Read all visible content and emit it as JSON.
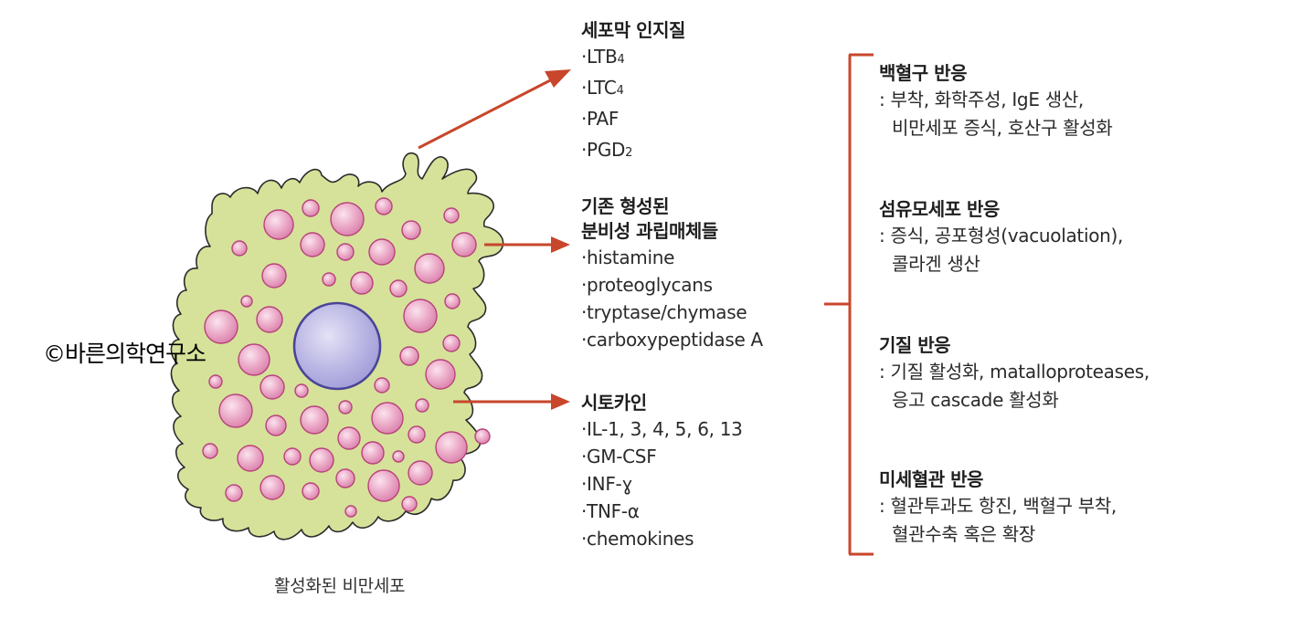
{
  "lipid": {
    "title": "세포막 인지질",
    "items": [
      {
        "main": "·LTB",
        "sub": "4"
      },
      {
        "main": "·LTC",
        "sub": "4"
      },
      {
        "main": "·PAF",
        "sub": ""
      },
      {
        "main": "·PGD",
        "sub": "2"
      }
    ]
  },
  "granule": {
    "title_line1": "기존 형성된",
    "title_line2": "분비성 과립매체들",
    "items": [
      "·histamine",
      "·proteoglycans",
      "·tryptase/chymase",
      "·carboxypeptidase A"
    ]
  },
  "cytokine": {
    "title": "시토카인",
    "items": [
      "·IL-1, 3, 4, 5, 6, 13",
      "·GM-CSF",
      "·INF-ɣ",
      "·TNF-α",
      "·chemokines"
    ]
  },
  "responses": [
    {
      "title": "백혈구 반응",
      "line1": ": 부착, 화학주성, IgE 생산,",
      "line2": "비만세포 증식, 호산구 활성화"
    },
    {
      "title": "섬유모세포 반응",
      "line1": ": 증식, 공포형성(vacuolation),",
      "line2": "콜라겐 생산"
    },
    {
      "title": "기질 반응",
      "line1": ": 기질 활성화, matalloproteases,",
      "line2": "응고 cascade 활성화"
    },
    {
      "title": "미세혈관 반응",
      "line1": ": 혈관투과도 항진, 백혈구 부착,",
      "line2": "혈관수축 혹은 확장"
    }
  ],
  "caption": "활성화된 비만세포",
  "watermark": "©바른의학연구소",
  "colors": {
    "cytoplasm": "#d6e29a",
    "cytoplasm_outline": "#2b2b2b",
    "granule": "#e9a6c4",
    "granule_outline": "#b8427a",
    "nucleus": "#b7b4e4",
    "nucleus_outline": "#4a4498",
    "arrow": "#c8462b"
  }
}
